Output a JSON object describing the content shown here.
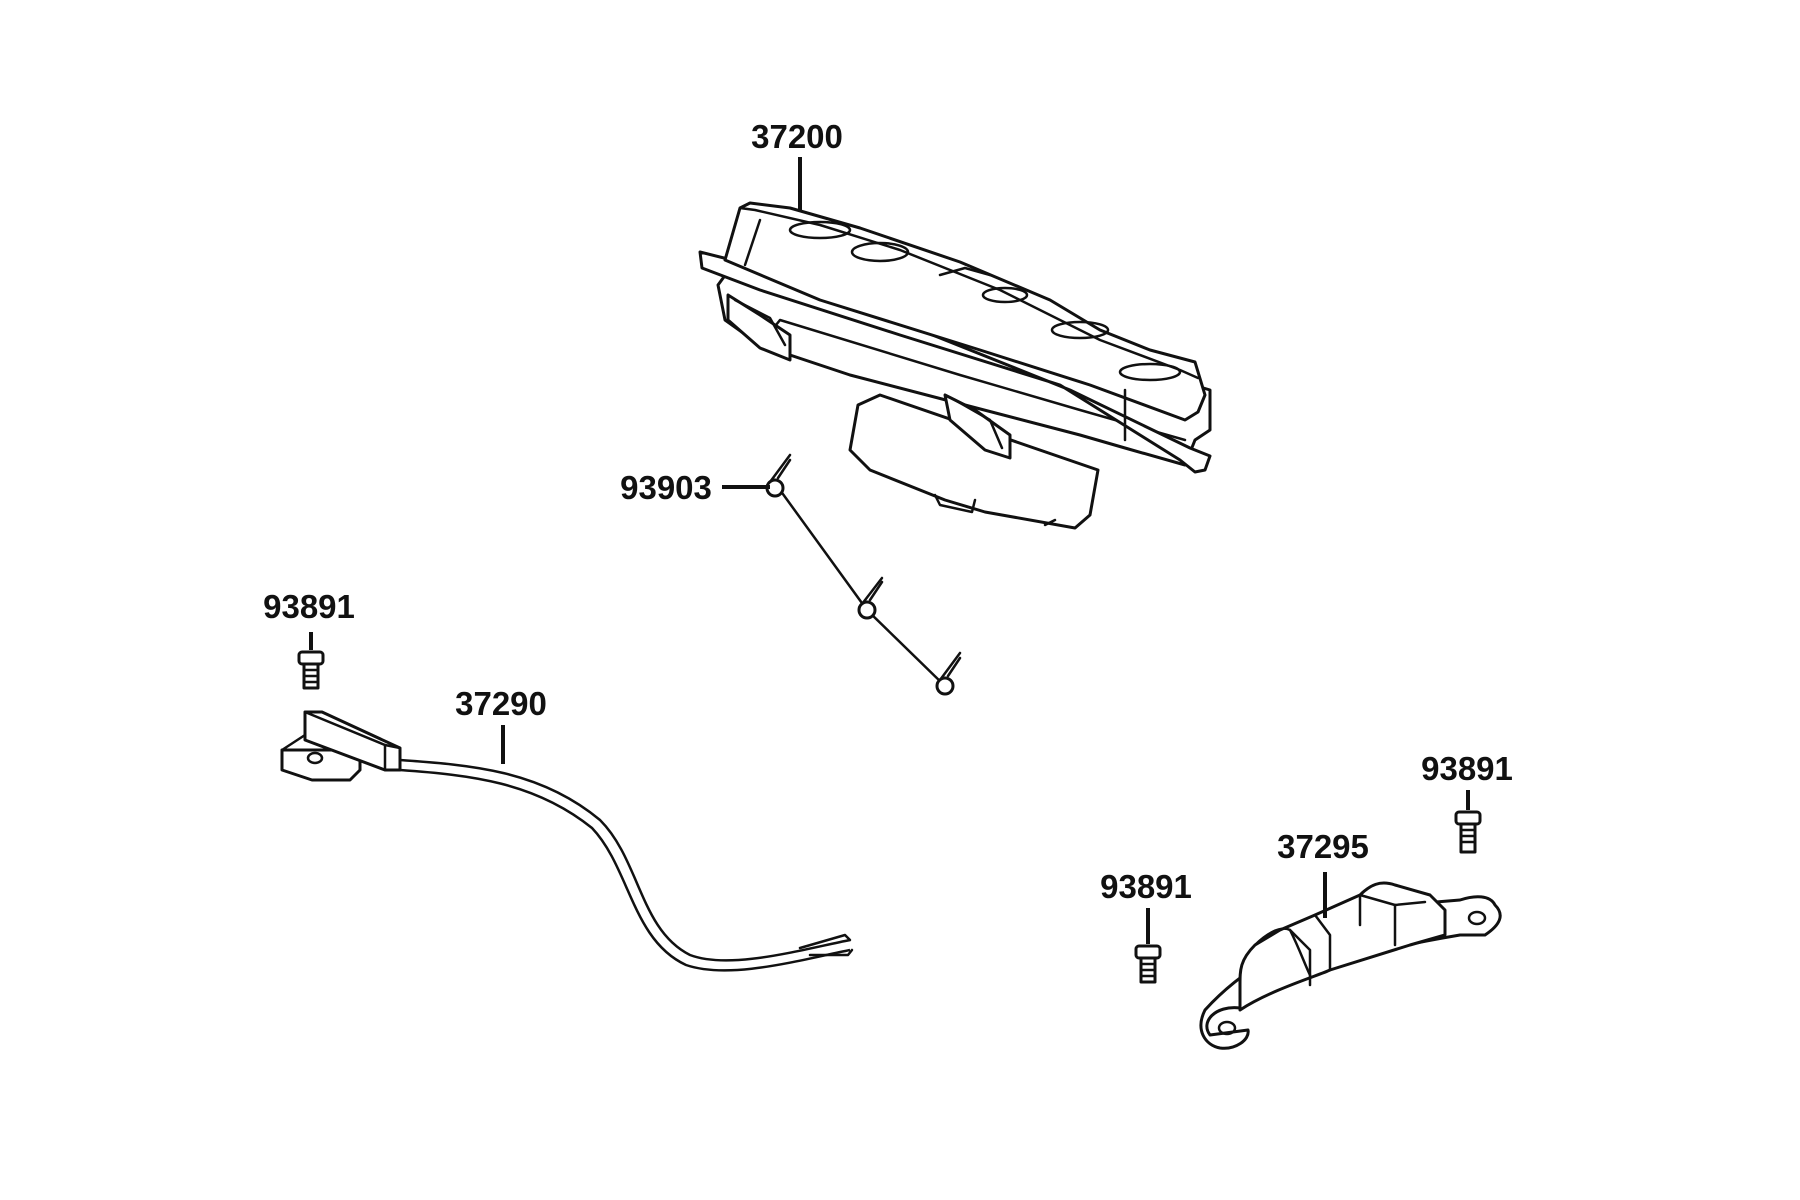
{
  "callouts": {
    "speedometer": "37200",
    "screw_meter": "93903",
    "screw_sensor": "93891",
    "sensor_cable": "37290",
    "screw_cover_right": "93891",
    "cover": "37295",
    "screw_cover_left": "93891"
  },
  "colors": {
    "line": "#111111",
    "background": "#ffffff"
  }
}
